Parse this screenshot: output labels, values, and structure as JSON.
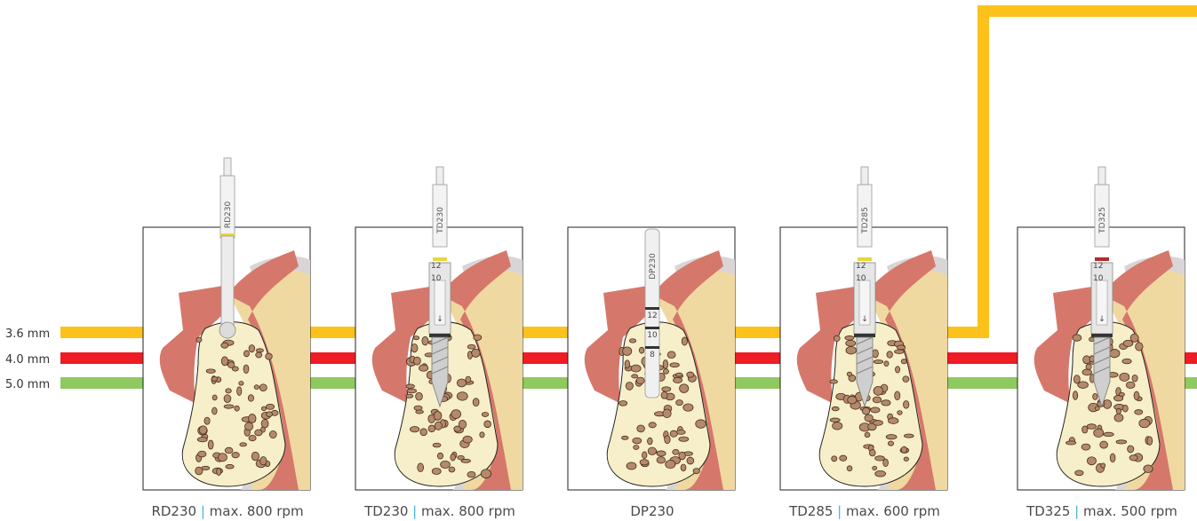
{
  "lines": [
    {
      "label": "3.6 mm",
      "color": "#fcc21b"
    },
    {
      "label": "4.0 mm",
      "color": "#ee1c25"
    },
    {
      "label": "5.0 mm",
      "color": "#8fc95f"
    }
  ],
  "tools": [
    {
      "id": "RD230",
      "caption_name": "RD230",
      "speed": "max. 800 rpm",
      "kind": "round",
      "band": "#e8d53c",
      "depths": []
    },
    {
      "id": "TD230",
      "caption_name": "TD230",
      "speed": "max. 800 rpm",
      "kind": "twist",
      "band": "#e8d53c",
      "depths": [
        "12",
        "10"
      ]
    },
    {
      "id": "DP230",
      "caption_name": "DP230",
      "speed": "",
      "kind": "pin",
      "band": "",
      "depths": [
        "12",
        "10",
        "8"
      ]
    },
    {
      "id": "TD285",
      "caption_name": "TD285",
      "speed": "max. 600 rpm",
      "kind": "twist",
      "band": "#e8d53c",
      "depths": [
        "12",
        "10"
      ]
    },
    {
      "id": "TD325",
      "caption_name": "TD325",
      "speed": "max. 500 rpm",
      "kind": "twist",
      "band": "#b52a2a",
      "depths": [
        "12",
        "10"
      ]
    }
  ],
  "colors": {
    "bone_cortical": "#f6efc9",
    "bone_pore": "#b48a6a",
    "gum": "#d5786b",
    "gum_shadow": "#b85c52",
    "mucosa": "#f0d9a0",
    "separator": "#48b3e0"
  }
}
